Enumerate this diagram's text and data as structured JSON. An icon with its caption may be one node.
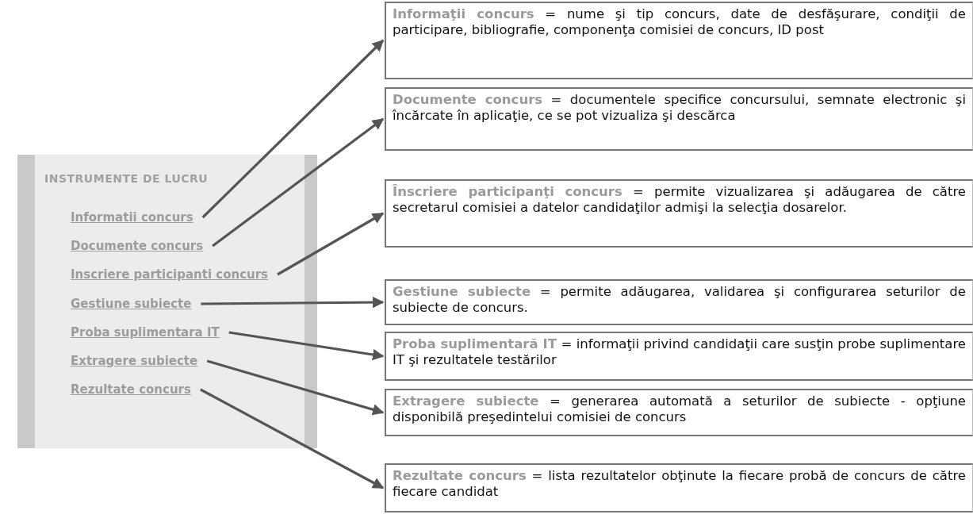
{
  "diagram": {
    "nodes": [
      {
        "text": [
          "INSTRUMENTE DE LUCRU"
        ]
      },
      {
        "text": [
          "Informatii concurs"
        ],
        "in": 0
      },
      {
        "text": [
          "Documente concurs"
        ],
        "in": 0
      },
      {
        "text": [
          "Inscriere participanti concurs"
        ],
        "in": 0
      },
      {
        "text": [
          "Gestiune subiecte"
        ],
        "in": 0
      },
      {
        "text": [
          "Proba suplimentara IT"
        ],
        "in": 0
      },
      {
        "text": [
          "Extragere subiecte"
        ],
        "in": 0
      },
      {
        "text": [
          "Rezultate concurs"
        ],
        "in": 0
      },
      {
        "text": [
          "**Informaţii concurs** = nume şi tip concurs, date de desfăşurare, condiţii de participare, bibliografie, componenţa comisiei de concurs, ID post"
        ]
      },
      {
        "text": [
          "**Documente concurs** = documentele specifice concursului, semnate electronic şi încărcate în aplicaţie, ce se pot vizualiza şi descărca"
        ]
      },
      {
        "text": [
          "**Înscriere participanţi concurs** = permite vizualizarea şi adăugarea de către secretarul comisiei a datelor candidaţilor admişi la selecţia dosarelor."
        ]
      },
      {
        "text": [
          "**Gestiune subiecte** = permite adăugarea, validarea şi configurarea seturilor de subiecte de concurs."
        ]
      },
      {
        "text": [
          "**Proba suplimentară IT** = informaţii privind candidaţii care susţin probe suplimentare IT şi rezultatele testărilor"
        ]
      },
      {
        "text": [
          "**Extragere subiecte** = generarea automată a seturilor de subiecte - opţiune disponibilă preşedintelui comisiei de concurs"
        ]
      },
      {
        "text": [
          "**Rezultate concurs** = lista rezultatelor obţinute la fiecare probă de concurs de către fiecare candidat"
        ]
      }
    ],
    "edges": [
      {
        "from": 1,
        "to": 8,
        "arrow": "to"
      },
      {
        "from": 2,
        "to": 9,
        "arrow": "to"
      },
      {
        "from": 3,
        "to": 10,
        "arrow": "to"
      },
      {
        "from": 4,
        "to": 11,
        "arrow": "to"
      },
      {
        "from": 5,
        "to": 12,
        "arrow": "to"
      },
      {
        "from": 6,
        "to": 13,
        "arrow": "to"
      },
      {
        "from": 7,
        "to": 14,
        "arrow": "to"
      }
    ]
  }
}
